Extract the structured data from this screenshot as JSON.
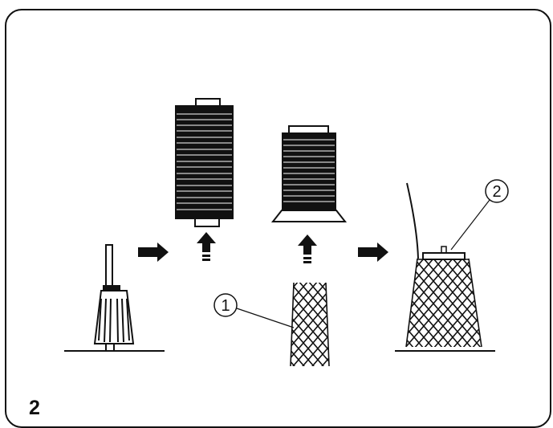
{
  "figure_number": "2",
  "callouts": {
    "c1": "1",
    "c2": "2"
  },
  "colors": {
    "ink": "#111111",
    "background": "#ffffff"
  },
  "icons": [
    "spool-pin-icon",
    "arrow-right-icon",
    "arrow-up-icon",
    "large-cone-icon",
    "small-spool-icon",
    "spool-net-icon",
    "netted-cone-icon"
  ]
}
